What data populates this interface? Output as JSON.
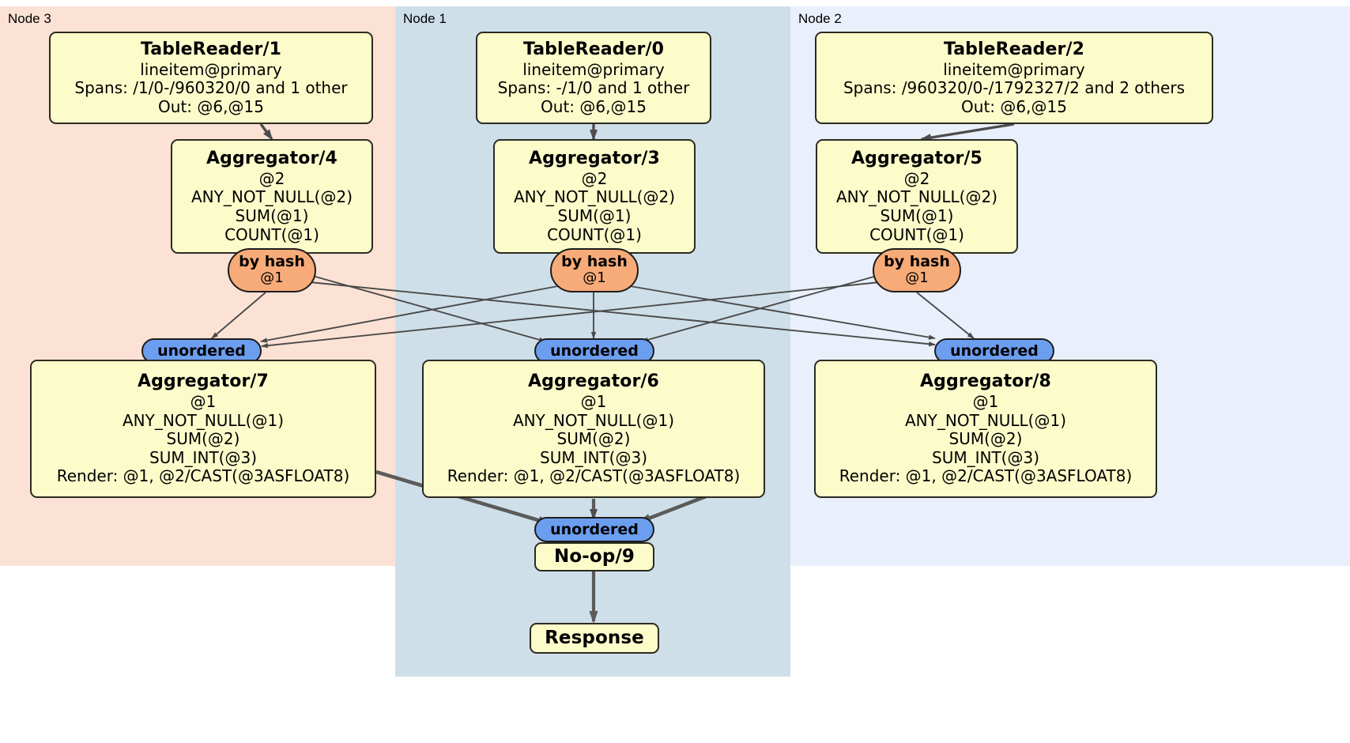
{
  "diagram": {
    "kind": "distributed-query-plan",
    "panels": [
      {
        "label": "Node 3",
        "color": "#fbe2d5"
      },
      {
        "label": "Node 1",
        "color": "#cfdfe9"
      },
      {
        "label": "Node 2",
        "color": "#eaf0fb"
      }
    ],
    "readers": [
      {
        "title": "TableReader/1",
        "table": "lineitem@primary",
        "spans": "Spans: /1/0-/960320/0 and 1 other",
        "out": "Out: @6,@15"
      },
      {
        "title": "TableReader/0",
        "table": "lineitem@primary",
        "spans": "Spans: -/1/0 and 1 other",
        "out": "Out: @6,@15"
      },
      {
        "title": "TableReader/2",
        "table": "lineitem@primary",
        "spans": "Spans: /960320/0-/1792327/2 and 2 others",
        "out": "Out: @6,@15"
      }
    ],
    "local_aggregators": [
      {
        "title": "Aggregator/4",
        "group": "@2",
        "aggs": [
          "ANY_NOT_NULL(@2)",
          "SUM(@1)",
          "COUNT(@1)"
        ]
      },
      {
        "title": "Aggregator/3",
        "group": "@2",
        "aggs": [
          "ANY_NOT_NULL(@2)",
          "SUM(@1)",
          "COUNT(@1)"
        ]
      },
      {
        "title": "Aggregator/5",
        "group": "@2",
        "aggs": [
          "ANY_NOT_NULL(@2)",
          "SUM(@1)",
          "COUNT(@1)"
        ]
      }
    ],
    "hash_routers": [
      {
        "title": "by hash",
        "column": "@1"
      },
      {
        "title": "by hash",
        "column": "@1"
      },
      {
        "title": "by hash",
        "column": "@1"
      }
    ],
    "unordered_routers": [
      {
        "title": "unordered"
      },
      {
        "title": "unordered"
      },
      {
        "title": "unordered"
      },
      {
        "title": "unordered"
      }
    ],
    "final_aggregators": [
      {
        "title": "Aggregator/7",
        "group": "@1",
        "aggs": [
          "ANY_NOT_NULL(@1)",
          "SUM(@2)",
          "SUM_INT(@3)"
        ],
        "render": "Render: @1, @2/CAST(@3ASFLOAT8)"
      },
      {
        "title": "Aggregator/6",
        "group": "@1",
        "aggs": [
          "ANY_NOT_NULL(@1)",
          "SUM(@2)",
          "SUM_INT(@3)"
        ],
        "render": "Render: @1, @2/CAST(@3ASFLOAT8)"
      },
      {
        "title": "Aggregator/8",
        "group": "@1",
        "aggs": [
          "ANY_NOT_NULL(@1)",
          "SUM(@2)",
          "SUM_INT(@3)"
        ],
        "render": "Render: @1, @2/CAST(@3ASFLOAT8)"
      }
    ],
    "noop": {
      "title": "No-op/9"
    },
    "response": {
      "title": "Response"
    },
    "colors": {
      "node_box_fill": "#fcfccb",
      "node_box_border": "#2b2b22",
      "hash_fill": "#f7ab78",
      "unordered_fill": "#6c9ef0",
      "edge_thin": "#4a4a4a",
      "edge_thick": "#5b5b5b"
    }
  }
}
